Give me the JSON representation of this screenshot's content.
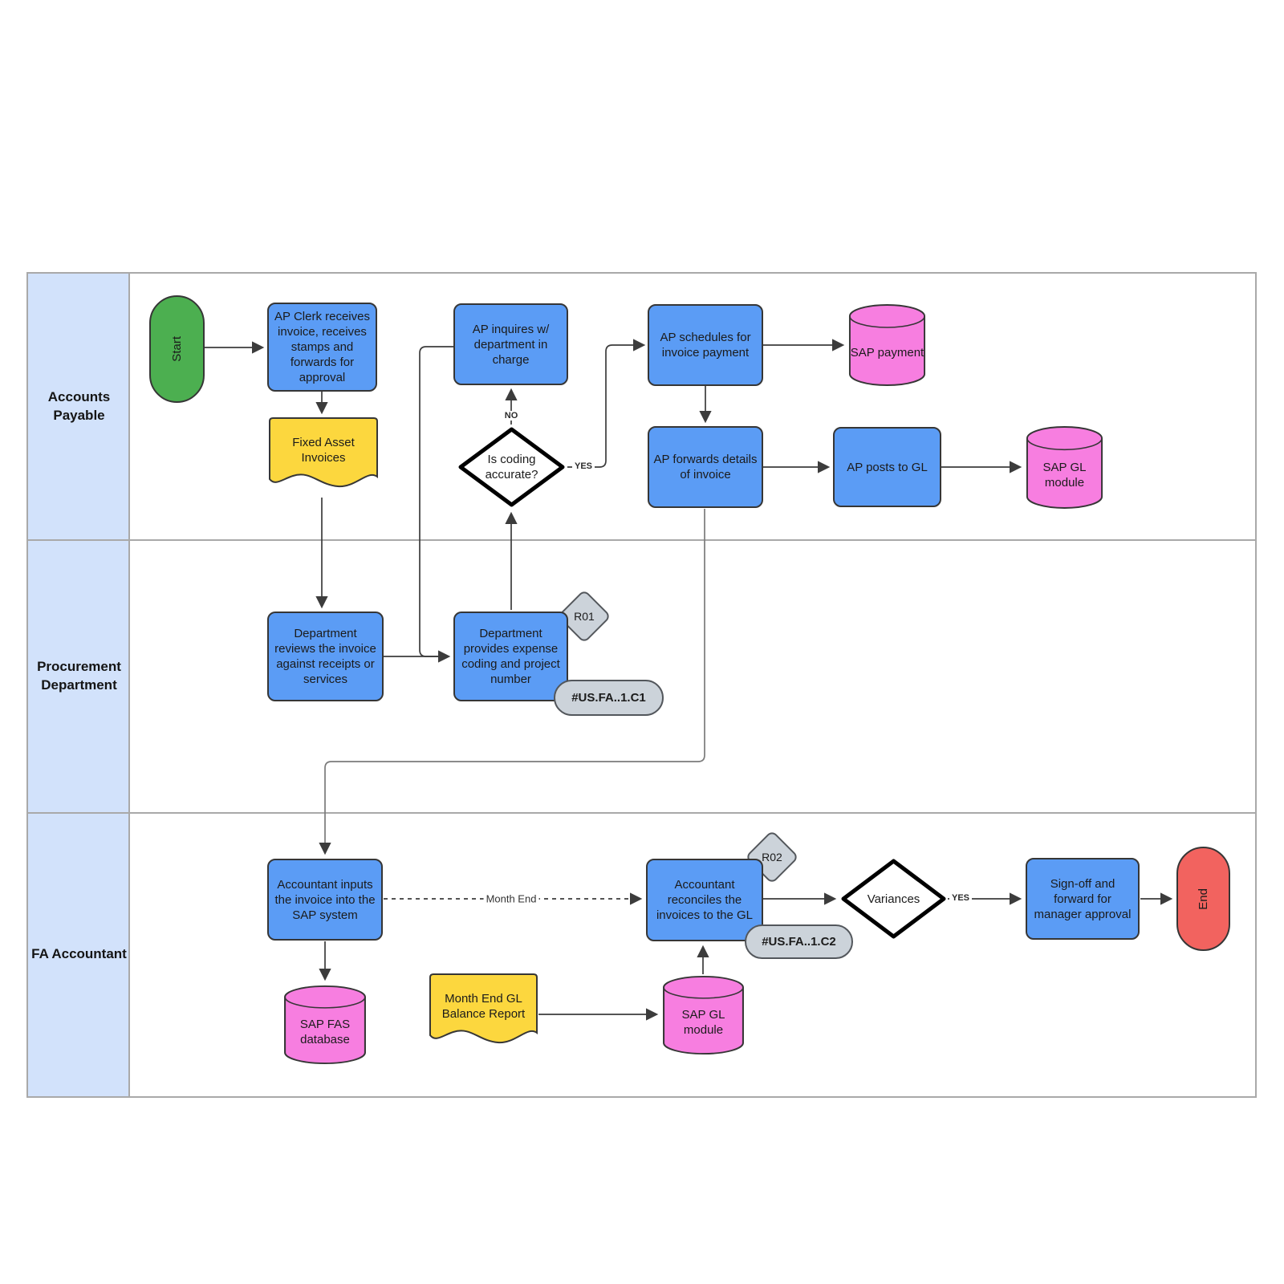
{
  "lanes": [
    {
      "label": "Accounts Payable"
    },
    {
      "label": "Procurement Department"
    },
    {
      "label": "FA Accountant"
    }
  ],
  "nodes": {
    "start": "Start",
    "ap_clerk": "AP Clerk receives invoice, receives stamps and forwards for approval",
    "fixed_asset_invoices": "Fixed Asset Invoices",
    "ap_inquires": "AP inquires w/ department in charge",
    "coding_decision": "Is coding accurate?",
    "ap_schedules": "AP schedules for invoice payment",
    "sap_payment": "SAP payment",
    "ap_forwards": "AP forwards details of invoice",
    "ap_posts": "AP posts to GL",
    "sap_gl_module_top": "SAP GL module",
    "dept_reviews": "Department reviews the invoice against receipts or services",
    "dept_provides": "Department provides expense coding and project number",
    "r01": "R01",
    "tag_c1": "#US.FA..1.C1",
    "acct_inputs": "Accountant inputs the invoice into the SAP system",
    "sap_fas": "SAP FAS database",
    "month_end_report": "Month End GL Balance Report",
    "sap_gl_module_bottom": "SAP GL module",
    "acct_reconciles": "Accountant reconciles the invoices to the GL",
    "r02": "R02",
    "tag_c2": "#US.FA..1.C2",
    "variances": "Variances",
    "signoff": "Sign-off and forward for manager approval",
    "end": "End"
  },
  "edge_labels": {
    "no": "NO",
    "yes_coding": "YES",
    "month_end": "Month End",
    "yes_variances": "YES"
  },
  "colors": {
    "process": "#5b9cf5",
    "terminator_start": "#4caf50",
    "terminator_end": "#f2635f",
    "document": "#fcd73e",
    "datastore": "#f77ee0",
    "tag": "#ccd3da",
    "lane_header": "#d2e2fb",
    "lane_border": "#a9a9a9",
    "connector": "#3c3c3c",
    "decision_border": "#000000"
  }
}
